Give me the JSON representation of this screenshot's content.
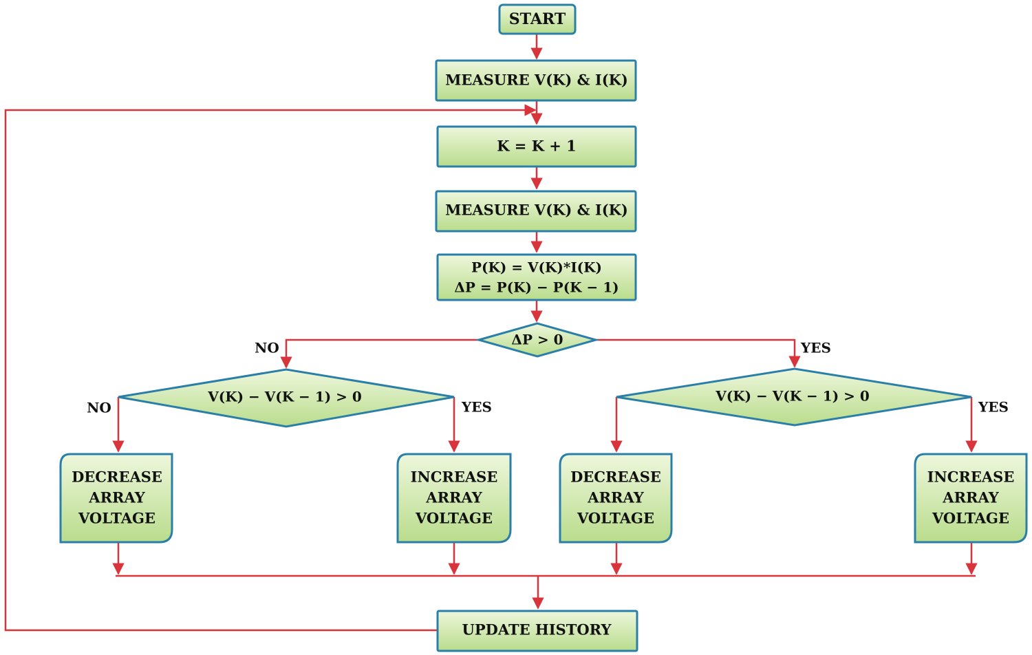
{
  "colors": {
    "box_fill_top": "#eef7dc",
    "box_fill_bottom": "#b9dc8c",
    "box_border": "#2a7fa8",
    "arrow": "#d8343c",
    "text": "#111111"
  },
  "nodes": {
    "start": "START",
    "measure_1": "MEASURE V(K) & I(K)",
    "increment": "K = K + 1",
    "measure_2": "MEASURE V(K) & I(K)",
    "power_line1": "P(K) = V(K)*I(K)",
    "power_line2": "ΔP = P(K) − P(K − 1)",
    "delta_p_decision": "ΔP > 0",
    "left_decision": "V(K) − V(K − 1) > 0",
    "right_decision": "V(K) − V(K − 1) > 0",
    "decrease_label": [
      "DECREASE",
      "ARRAY",
      "VOLTAGE"
    ],
    "increase_label": [
      "INCREASE",
      "ARRAY",
      "VOLTAGE"
    ],
    "update_history": "UPDATE HISTORY"
  },
  "branches": {
    "no": "NO",
    "yes": "YES"
  }
}
